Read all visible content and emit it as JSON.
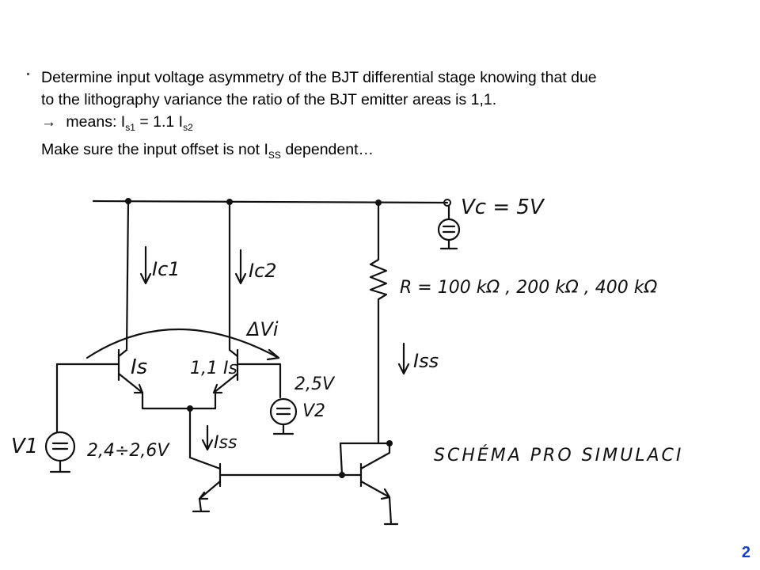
{
  "slide": {
    "line1": "Determine input voltage asymmetry of the BJT differential stage knowing that due",
    "line2": "to the lithography variance the ratio of the BJT emitter areas is 1,1.",
    "line3_arrow": "→",
    "line3_a": "means: I",
    "line3_sub1": "s1",
    "line3_b": " = 1.1 I",
    "line3_sub2": "s2",
    "line4_a": "Make sure the input offset is not I",
    "line4_sub": "SS",
    "line4_b": " dependent…",
    "page_number": "2"
  },
  "diagram": {
    "vc_label": "Vc = 5V",
    "ic1_label": "Ic1",
    "ic2_label": "Ic2",
    "r_label": "R = 100 kΩ , 200 kΩ , 400 kΩ",
    "dvi_label": "ΔVi",
    "is_label": "Is",
    "is2_label": "1,1 Is",
    "iss_right_label": "Iss",
    "iss_mid_label": "Iss",
    "v2_value": "2,5V",
    "v2_label": "V2",
    "v1_label": "V1",
    "v1_range": "2,4÷2,6V",
    "schema_label": "SCHÉMA PRO SIMULACI"
  }
}
